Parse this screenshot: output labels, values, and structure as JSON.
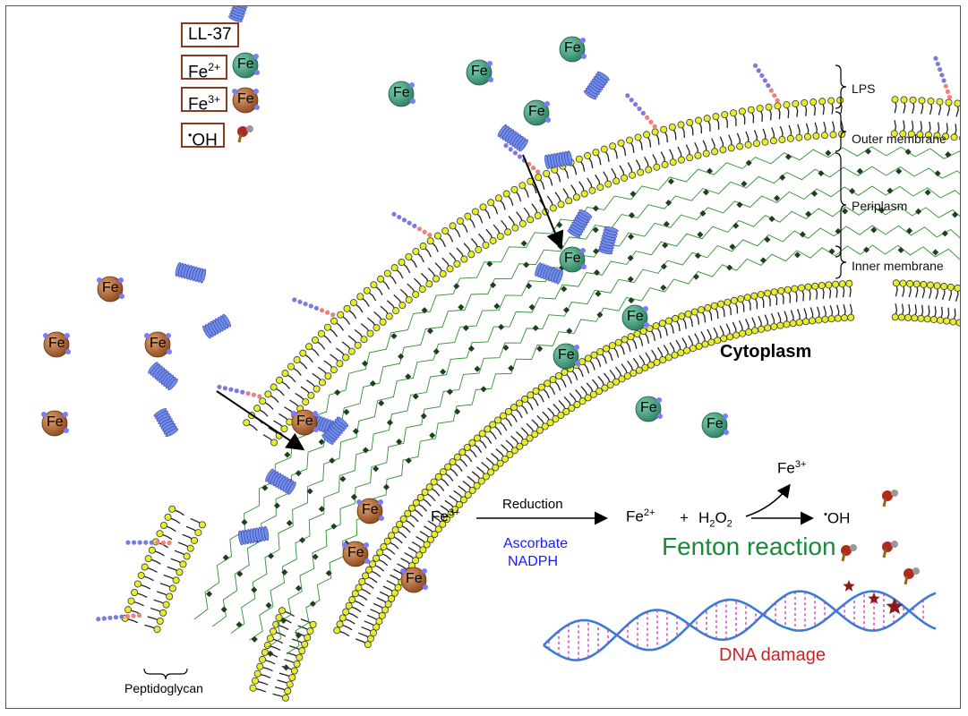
{
  "legend": {
    "ll37": "LL-37",
    "fe2_base": "Fe",
    "fe2_sup": "2+",
    "fe3_base": "Fe",
    "fe3_sup": "3+",
    "oh_dot": "•",
    "oh": "OH"
  },
  "ion_label": "Fe",
  "regions": {
    "lps": "LPS",
    "outer_membrane": "Outer membrane",
    "periplasm": "Periplasm",
    "inner_membrane": "Inner membrane"
  },
  "cytoplasm": "Cytoplasm",
  "peptidoglycan": "Peptidoglycan",
  "reaction": {
    "fe3_base": "Fe",
    "fe3_sup": "3+",
    "reduction": "Reduction",
    "ascorbate": "Ascorbate",
    "nadph": "NADPH",
    "fe2_base": "Fe",
    "fe2_sup": "2+",
    "plus": "+",
    "h2o2_h": "H",
    "h2o2_sub": "2",
    "h2o2_o": "O",
    "h2o2_sub2": "2",
    "product_fe3_base": "Fe",
    "product_fe3_sup": "3+",
    "oh_dot": "•",
    "oh": "OH",
    "fenton": "Fenton reaction"
  },
  "dna_damage": "DNA damage",
  "colors": {
    "fe2": "#3f9a7c",
    "fe3": "#b86a3a",
    "peptide": "#6f8fe6",
    "lps_pink": "#f07f7f",
    "lipid_head": "#e6ee2a",
    "peptidoglycan": "#2f8f2f",
    "dna": "#3a7bd5",
    "dna_base": "#d63ac0",
    "fenton_green": "#1a8a3a",
    "dna_damage": "#cc2222",
    "legend_border": "#8a3a22"
  }
}
